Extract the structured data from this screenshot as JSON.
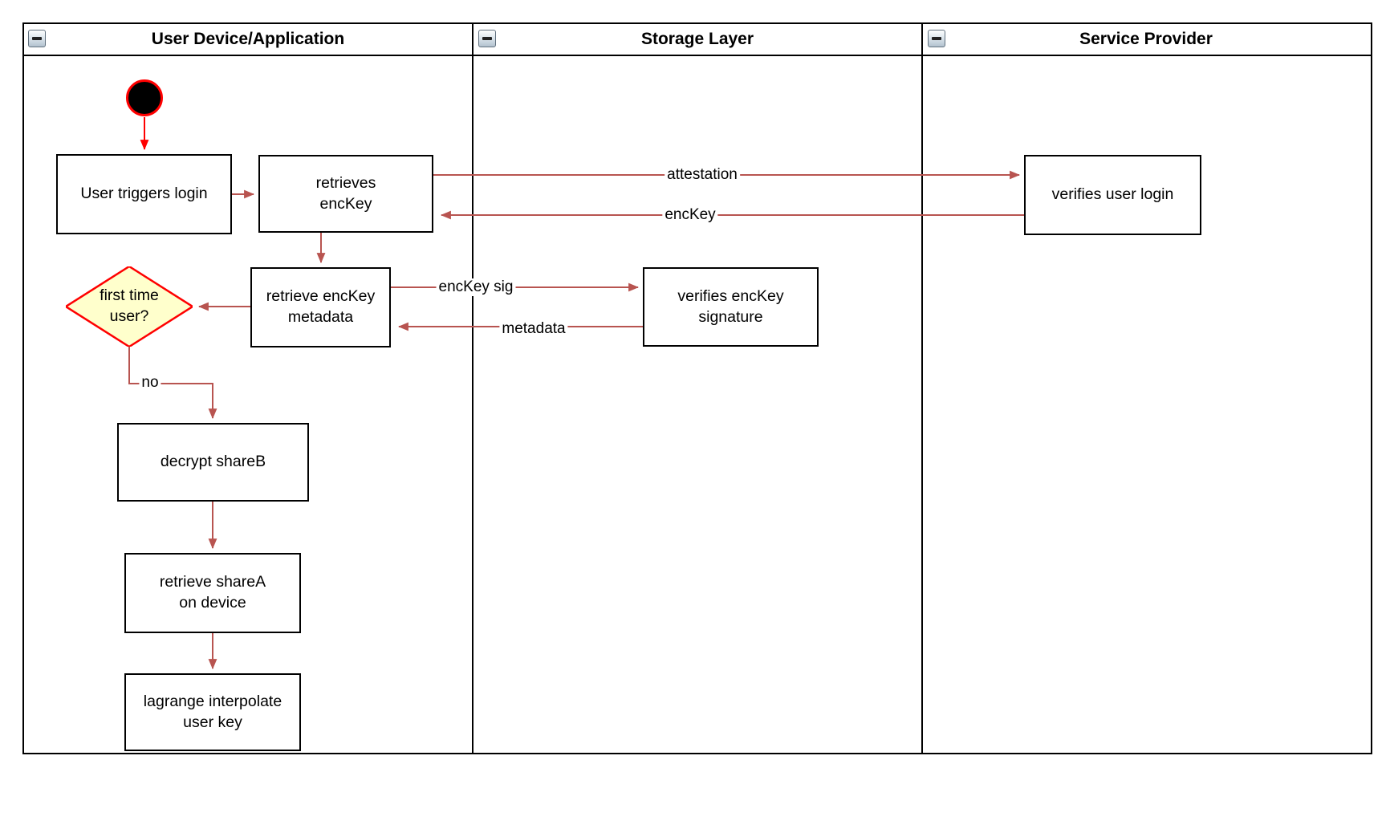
{
  "diagram": {
    "lanes": [
      {
        "title": "User Device/Application"
      },
      {
        "title": "Storage Layer"
      },
      {
        "title": "Service Provider"
      }
    ],
    "nodes": {
      "user_triggers_login": {
        "label": "User triggers login"
      },
      "retrieves_enckey": {
        "label": "retrieves\nencKey"
      },
      "retrieve_enckey_metadata": {
        "label": "retrieve encKey\nmetadata"
      },
      "first_time_user": {
        "label": "first time\nuser?"
      },
      "decrypt_shareb": {
        "label": "decrypt shareB"
      },
      "retrieve_sharea": {
        "label": "retrieve shareA\non device"
      },
      "lagrange_interpolate": {
        "label": "lagrange interpolate\nuser key"
      },
      "verifies_enckey_signature": {
        "label": "verifies encKey\nsignature"
      },
      "verifies_user_login": {
        "label": "verifies user login"
      }
    },
    "edge_labels": {
      "attestation": "attestation",
      "enckey": "encKey",
      "enckey_sig": "encKey sig",
      "metadata": "metadata",
      "no": "no"
    },
    "icons": {
      "collapse": "minus"
    },
    "colors": {
      "flow_arrow": "#b85450",
      "highlight": "#ff0000",
      "decision_fill": "#ffffcc",
      "node_border": "#000000"
    }
  }
}
